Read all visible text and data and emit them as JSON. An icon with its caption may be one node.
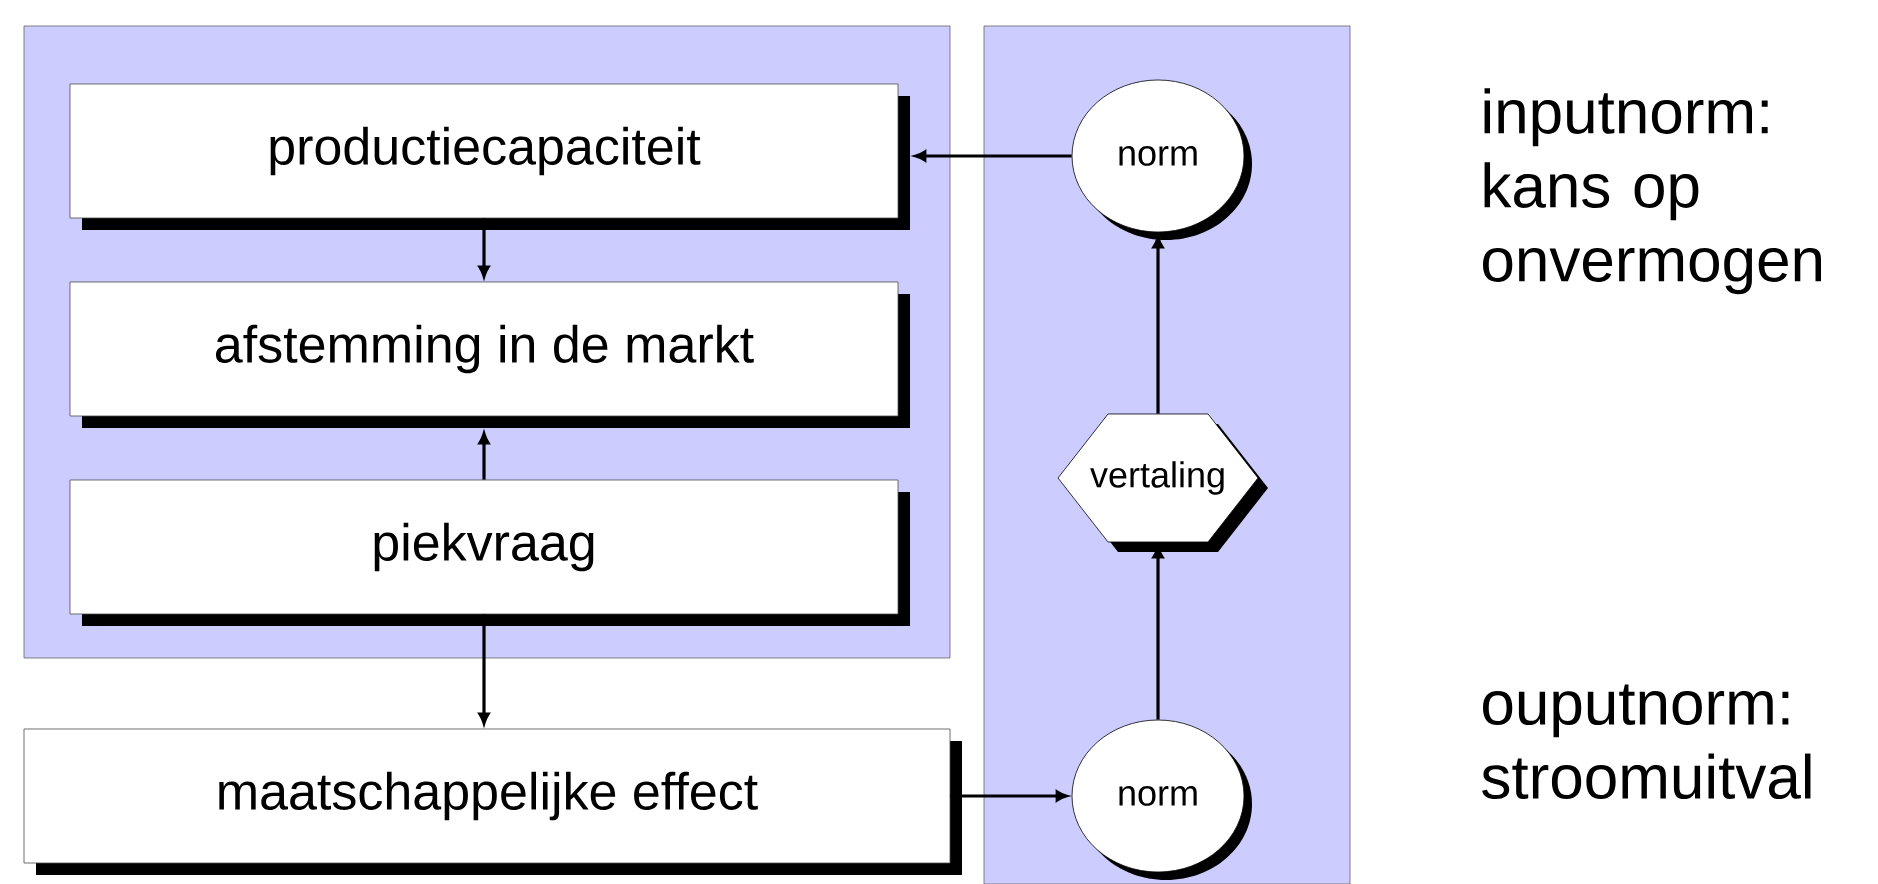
{
  "diagram": {
    "nodes": [
      {
        "text": [],
        "shape": "box"
      },
      {
        "text": [
          "productiecapaciteit"
        ],
        "in": 0
      },
      {
        "text": [
          "afstemming in de markt"
        ],
        "in": 0
      },
      {
        "text": [
          "piekvraag"
        ],
        "in": 0
      },
      {
        "text": [],
        "shape": "box"
      },
      {
        "text": [
          "norm"
        ],
        "in": 4
      },
      {
        "text": [
          "vertaling"
        ],
        "in": 4
      },
      {
        "text": [
          "norm"
        ],
        "in": 4
      },
      {
        "text": [
          "maatschappelijke effect"
        ]
      }
    ],
    "edges": [
      {
        "from": 5,
        "to": 1,
        "arrow": "to"
      },
      {
        "from": 1,
        "to": 2,
        "arrow": "to"
      },
      {
        "from": 3,
        "to": 2,
        "arrow": "to"
      },
      {
        "from": 3,
        "to": 8,
        "arrow": "to"
      },
      {
        "from": 8,
        "to": 7,
        "arrow": "to"
      },
      {
        "from": 7,
        "to": 6,
        "arrow": "to"
      },
      {
        "from": 6,
        "to": 5,
        "arrow": "to"
      }
    ],
    "labels": [
      "inputnorm: kans op onvermogen",
      "ouputnorm: stroomuitval"
    ]
  }
}
